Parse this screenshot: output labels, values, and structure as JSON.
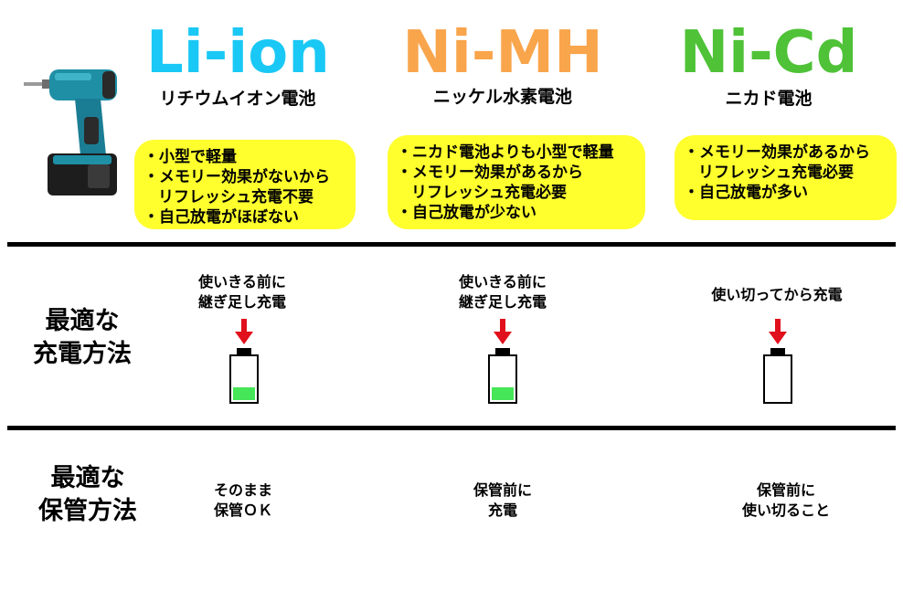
{
  "colors": {
    "li_ion": "#1ac8f5",
    "ni_mh": "#f9a54c",
    "ni_cd": "#4fc237",
    "bubble": "#ffff2e",
    "arrow": "#e0101c",
    "battery_fill": "#45e657"
  },
  "columns": [
    {
      "title": "Li-ion",
      "subtitle": "リチウムイオン電池",
      "features": [
        {
          "text": "・小型で軽量",
          "indent": false
        },
        {
          "text": "・メモリー効果がないから",
          "indent": false
        },
        {
          "text": "リフレッシュ充電不要",
          "indent": true
        },
        {
          "text": "・自己放電がほぼない",
          "indent": false
        }
      ],
      "charging_lines": [
        "使いきる前に",
        "継ぎ足し充電"
      ],
      "battery_level": 0.3,
      "storage_lines": [
        "そのまま",
        "保管ＯＫ"
      ]
    },
    {
      "title": "Ni-MH",
      "subtitle": "ニッケル水素電池",
      "features": [
        {
          "text": "・ニカド電池よりも小型で軽量",
          "indent": false
        },
        {
          "text": "・メモリー効果があるから",
          "indent": false
        },
        {
          "text": "リフレッシュ充電必要",
          "indent": true
        },
        {
          "text": "・自己放電が少ない",
          "indent": false
        }
      ],
      "charging_lines": [
        "使いきる前に",
        "継ぎ足し充電"
      ],
      "battery_level": 0.3,
      "storage_lines": [
        "保管前に",
        "充電"
      ]
    },
    {
      "title": "Ni-Cd",
      "subtitle": "ニカド電池",
      "features": [
        {
          "text": "・メモリー効果があるから",
          "indent": false
        },
        {
          "text": "リフレッシュ充電必要",
          "indent": true
        },
        {
          "text": "・自己放電が多い",
          "indent": false
        }
      ],
      "charging_lines": [
        "使い切ってから充電"
      ],
      "battery_level": 0,
      "storage_lines": [
        "保管前に",
        "使い切ること"
      ]
    }
  ],
  "rows": {
    "charging_label": [
      "最適な",
      "充電方法"
    ],
    "storage_label": [
      "最適な",
      "保管方法"
    ]
  },
  "icons": {
    "tool": "impact-driver-icon",
    "arrow": "down-arrow-icon",
    "battery": "battery-icon"
  }
}
